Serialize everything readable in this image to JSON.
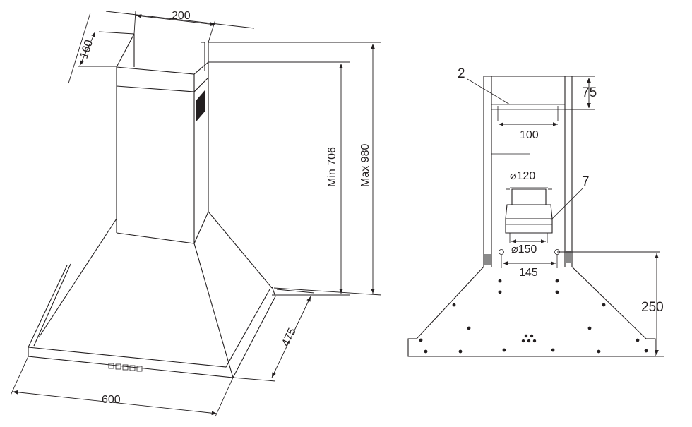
{
  "labels": {
    "width_top": "200",
    "depth_top": "160",
    "min_height": "Min 706",
    "max_height": "Max 980",
    "depth_base": "475",
    "width_base": "600",
    "callout_2": "2",
    "callout_7": "7",
    "dim_75": "75",
    "dim_100": "100",
    "dia_120": "⌀120",
    "dia_150": "⌀150",
    "dim_145": "145",
    "dim_250": "250"
  }
}
